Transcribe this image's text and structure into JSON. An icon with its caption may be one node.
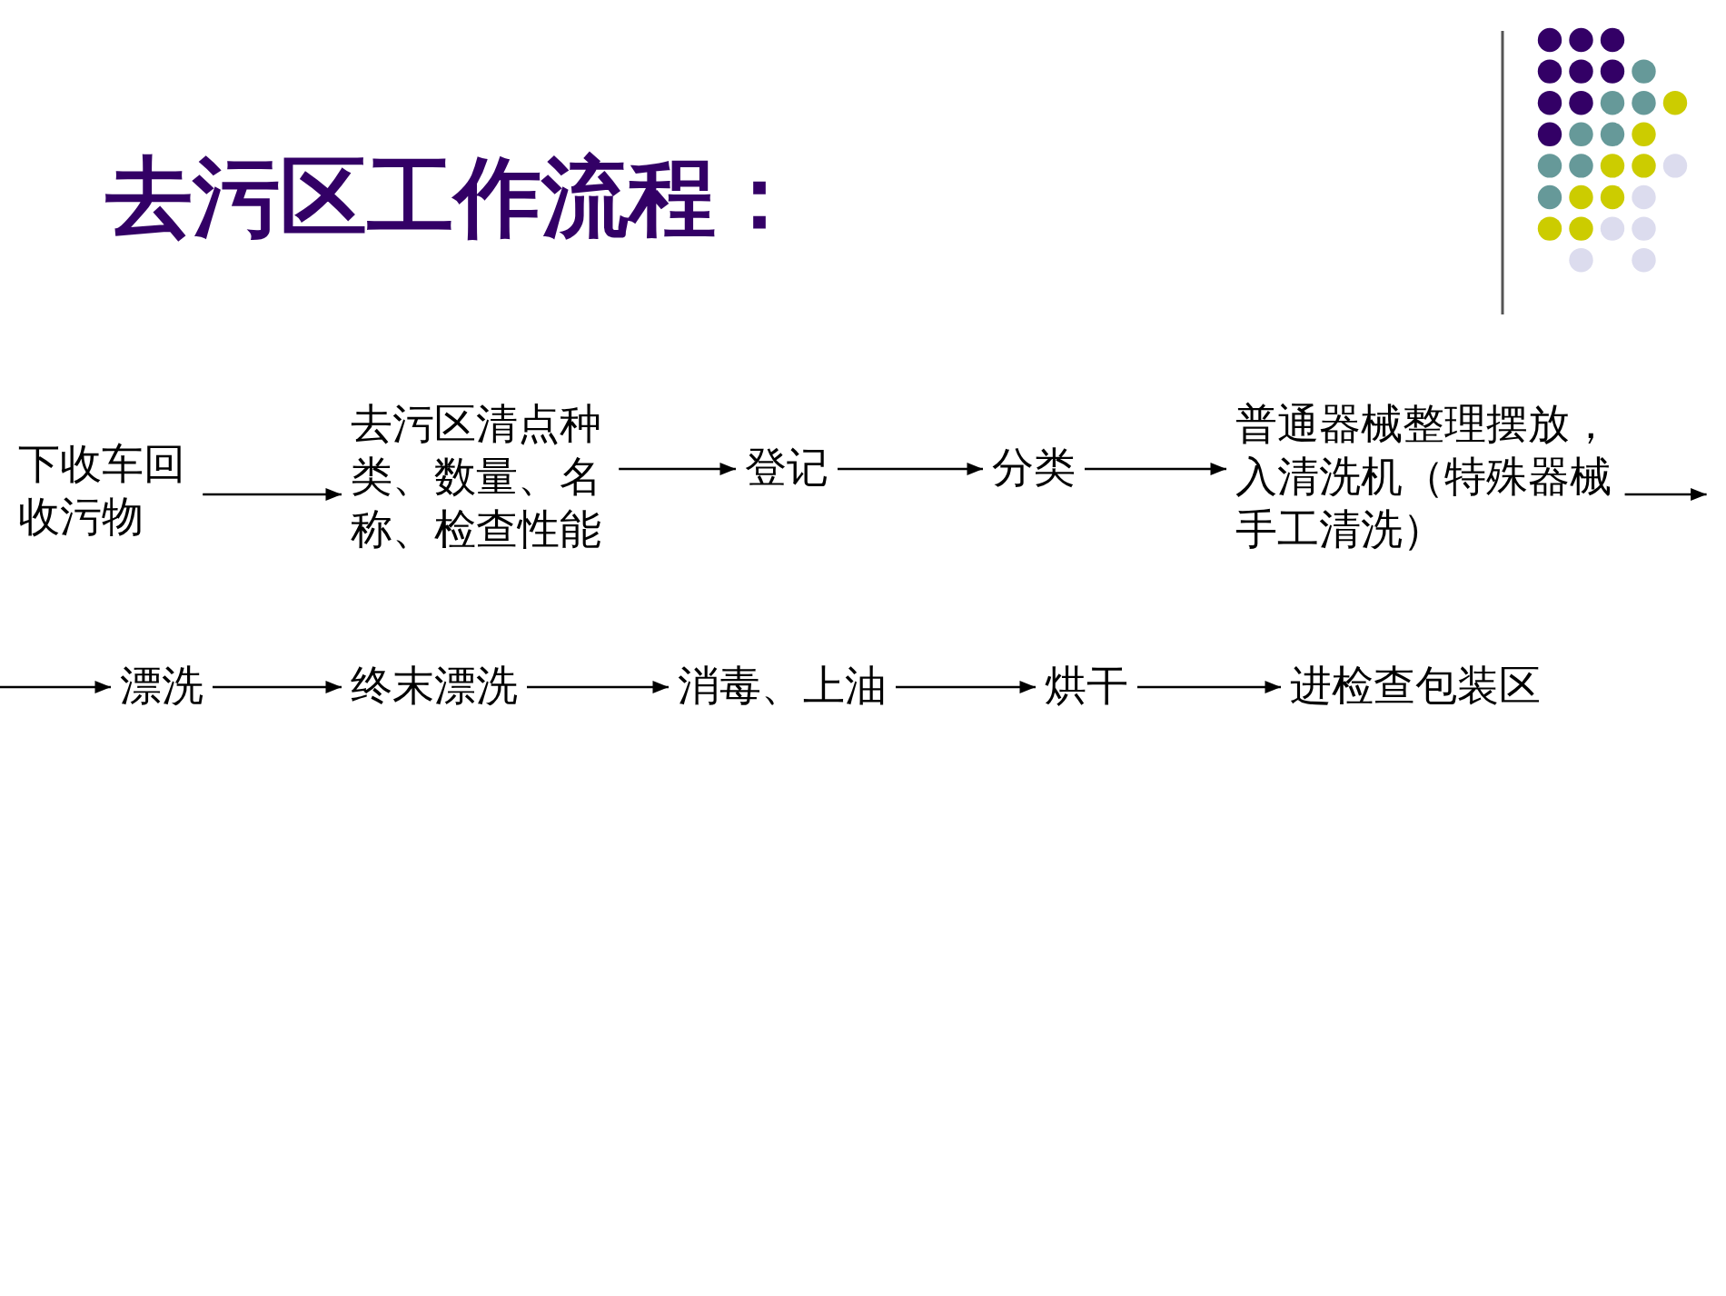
{
  "diagram": {
    "title": "去污区工作流程：",
    "nodes": [
      {
        "text": [
          "下收车回收污物"
        ]
      },
      {
        "text": [
          "去污区清点种类、数量、名称、检查性能"
        ]
      },
      {
        "text": [
          "登记"
        ]
      },
      {
        "text": [
          "分类"
        ]
      },
      {
        "text": [
          "普通器械整理摆放，入清洗机（特殊器械手工清洗）"
        ]
      },
      {
        "text": [
          "漂洗"
        ]
      },
      {
        "text": [
          "终末漂洗"
        ]
      },
      {
        "text": [
          "消毒、上油"
        ]
      },
      {
        "text": [
          "烘干"
        ]
      },
      {
        "text": [
          "进检查包装区"
        ]
      }
    ],
    "edges": [
      {
        "from": 0,
        "to": 1,
        "arrow": "to"
      },
      {
        "from": 1,
        "to": 2,
        "arrow": "to"
      },
      {
        "from": 2,
        "to": 3,
        "arrow": "to"
      },
      {
        "from": 3,
        "to": 4,
        "arrow": "to"
      },
      {
        "from": 4,
        "to": null,
        "arrow": "to"
      },
      {
        "from": null,
        "to": 5,
        "arrow": "to"
      },
      {
        "from": 5,
        "to": 6,
        "arrow": "to"
      },
      {
        "from": 6,
        "to": 7,
        "arrow": "to"
      },
      {
        "from": 7,
        "to": 8,
        "arrow": "to"
      },
      {
        "from": 8,
        "to": 9,
        "arrow": "to"
      }
    ]
  }
}
